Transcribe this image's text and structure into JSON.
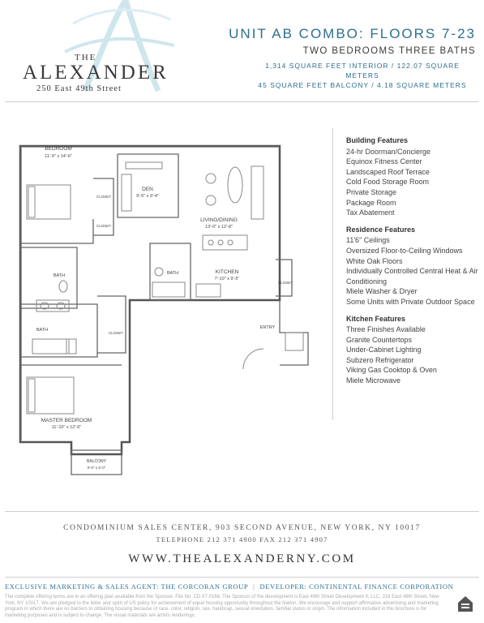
{
  "brand": {
    "the": "THE",
    "name": "ALEXANDER",
    "address": "250 East 49th Street"
  },
  "unit": {
    "title": "UNIT AB COMBO: FLOORS 7-23",
    "subtitle": "TWO BEDROOMS  THREE BATHS",
    "interior": "1,314 SQUARE FEET INTERIOR  /  122.07 SQUARE METERS",
    "balcony": "45 SQUARE FEET BALCONY  /  4.18 SQUARE METERS"
  },
  "floorplan": {
    "bedroom": {
      "name": "BEDROOM",
      "dims": "11'-9\" x 14'-6\""
    },
    "den": {
      "name": "DEN",
      "dims": "9'-6\" x 9'-4\""
    },
    "living": {
      "name": "LIVING/DINING",
      "dims": "13'-0\" x 12'-8\""
    },
    "kitchen": {
      "name": "KITCHEN",
      "dims": "7'-10\" x 9'-5\""
    },
    "master": {
      "name": "MASTER BEDROOM",
      "dims": "11'-10\" x 12'-6\""
    },
    "balcony": {
      "name": "BALCONY",
      "dims": "9'-0\" x 5'-0\""
    },
    "bath": "BATH",
    "closet": "CLOSET",
    "entry": "ENTRY"
  },
  "features": {
    "building": {
      "heading": "Building Features",
      "items": [
        "24-hr Doorman/Concierge",
        "Equinox Fitness Center",
        "Landscaped Roof Terrace",
        "Cold Food Storage Room",
        "Private Storage",
        "Package Room",
        "Tax Abatement"
      ]
    },
    "residence": {
      "heading": "Residence Features",
      "items": [
        "11'6\" Ceilings",
        "Oversized Floor-to-Ceiling Windows",
        "White Oak Floors",
        "Individually Controlled Central Heat & Air Conditioning",
        "Miele Washer & Dryer",
        "Some Units with Private Outdoor Space"
      ]
    },
    "kitchen": {
      "heading": "Kitchen Features",
      "items": [
        "Three Finishes Available",
        "Granite Countertops",
        "Under-Cabinet Lighting",
        "Subzero Refrigerator",
        "Viking Gas Cooktop & Oven",
        "Miele Microwave"
      ]
    }
  },
  "footer": {
    "sales_center": "CONDOMINIUM SALES CENTER, 903 SECOND AVENUE, NEW YORK, NY 10017",
    "phone": "TELEPHONE 212 371 4900   FAX 212 371 4907",
    "website": "WWW.THEALEXANDERNY.COM",
    "agent": "EXCLUSIVE MARKETING & SALES AGENT: THE CORCORAN GROUP",
    "developer": "DEVELOPER: CONTINENTAL FINANCE CORPORATION",
    "legal": "The complete offering terms are in an offering plan available from the Sponsor. File No. CD 07-0168. The Sponsor of the development is East 49th Street Development II, LLC, 216 East 49th Street, New York, NY 10017. We are pledged to the letter and spirit of US policy for achievement of equal housing opportunity throughout the Nation. We encourage and support affirmative advertising and marketing program in which there are no barriers to obtaining housing because of race, color, religion, sex, handicap, sexual orientation, familial status or origin. The information included in this brochure is for marketing purposes and is subject to change. The visual materials are artists renderings."
  },
  "colors": {
    "accent": "#2d6f8f",
    "text": "#333333",
    "logo_light": "#cfe6ee"
  },
  "icons": {
    "equal_housing": "equal-housing-icon"
  }
}
